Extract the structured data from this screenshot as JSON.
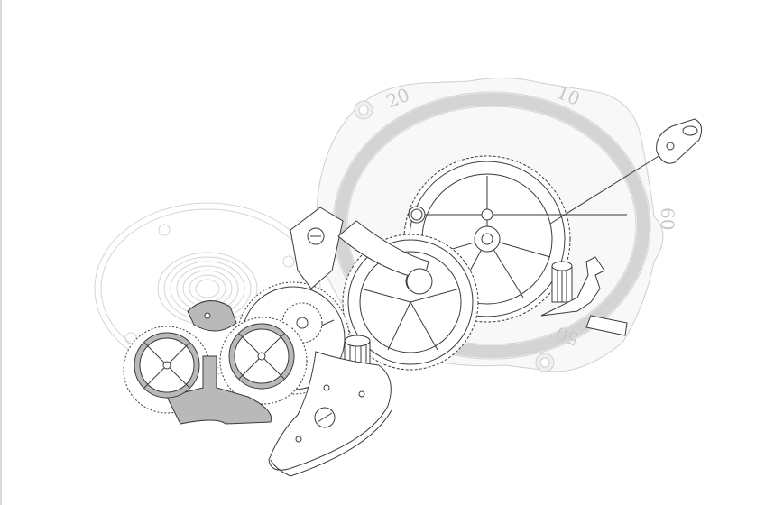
{
  "illustration": {
    "subject": "Exploded view of a mechanical watch movement",
    "dial_numbers": [
      "20",
      "10",
      "60",
      "50"
    ],
    "colors": {
      "background": "#ffffff",
      "line_art": "#3a3a3a",
      "ghost_parts": "#d4d4d4",
      "shaded_part": "#b9b9b9"
    },
    "components": [
      "dial-ring",
      "balance-spring-ghost",
      "twin-balance-wheels",
      "escape-wheel",
      "center-wheel",
      "third-wheel",
      "bridge-plate",
      "seconds-hand",
      "minute-hand",
      "pinion",
      "star-lever"
    ]
  }
}
